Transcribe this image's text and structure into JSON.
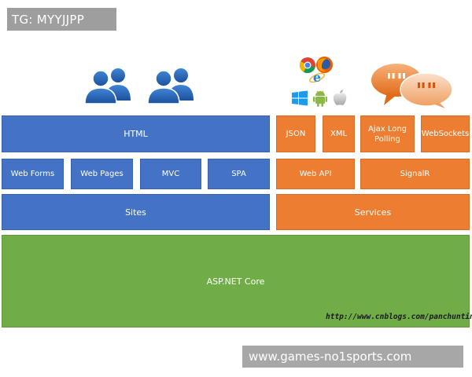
{
  "tag_label": "TG: MYYJJPP",
  "watermark_label": "www.games-no1sports.com",
  "left_blocks": {
    "html": "HTML",
    "web_forms": "Web Forms",
    "web_pages": "Web Pages",
    "mvc": "MVC",
    "spa": "SPA",
    "sites": "Sites"
  },
  "right_blocks": {
    "json": "JSON",
    "xml": "XML",
    "ajax_long_polling": "Ajax Long Polling",
    "websockets": "WebSockets",
    "web_api": "Web API",
    "signalr": "SignalR",
    "services": "Services"
  },
  "core_label": "ASP.NET Core",
  "source_url": "http://www.cnblogs.com/panchunting",
  "colors": {
    "blue": "#4472c4",
    "orange": "#ed7d31",
    "green": "#70ad47"
  },
  "icons": [
    "users-icon",
    "users-icon",
    "chrome-icon",
    "firefox-icon",
    "ie-icon",
    "windows-icon",
    "android-icon",
    "apple-icon",
    "chat-bubbles-icon"
  ]
}
